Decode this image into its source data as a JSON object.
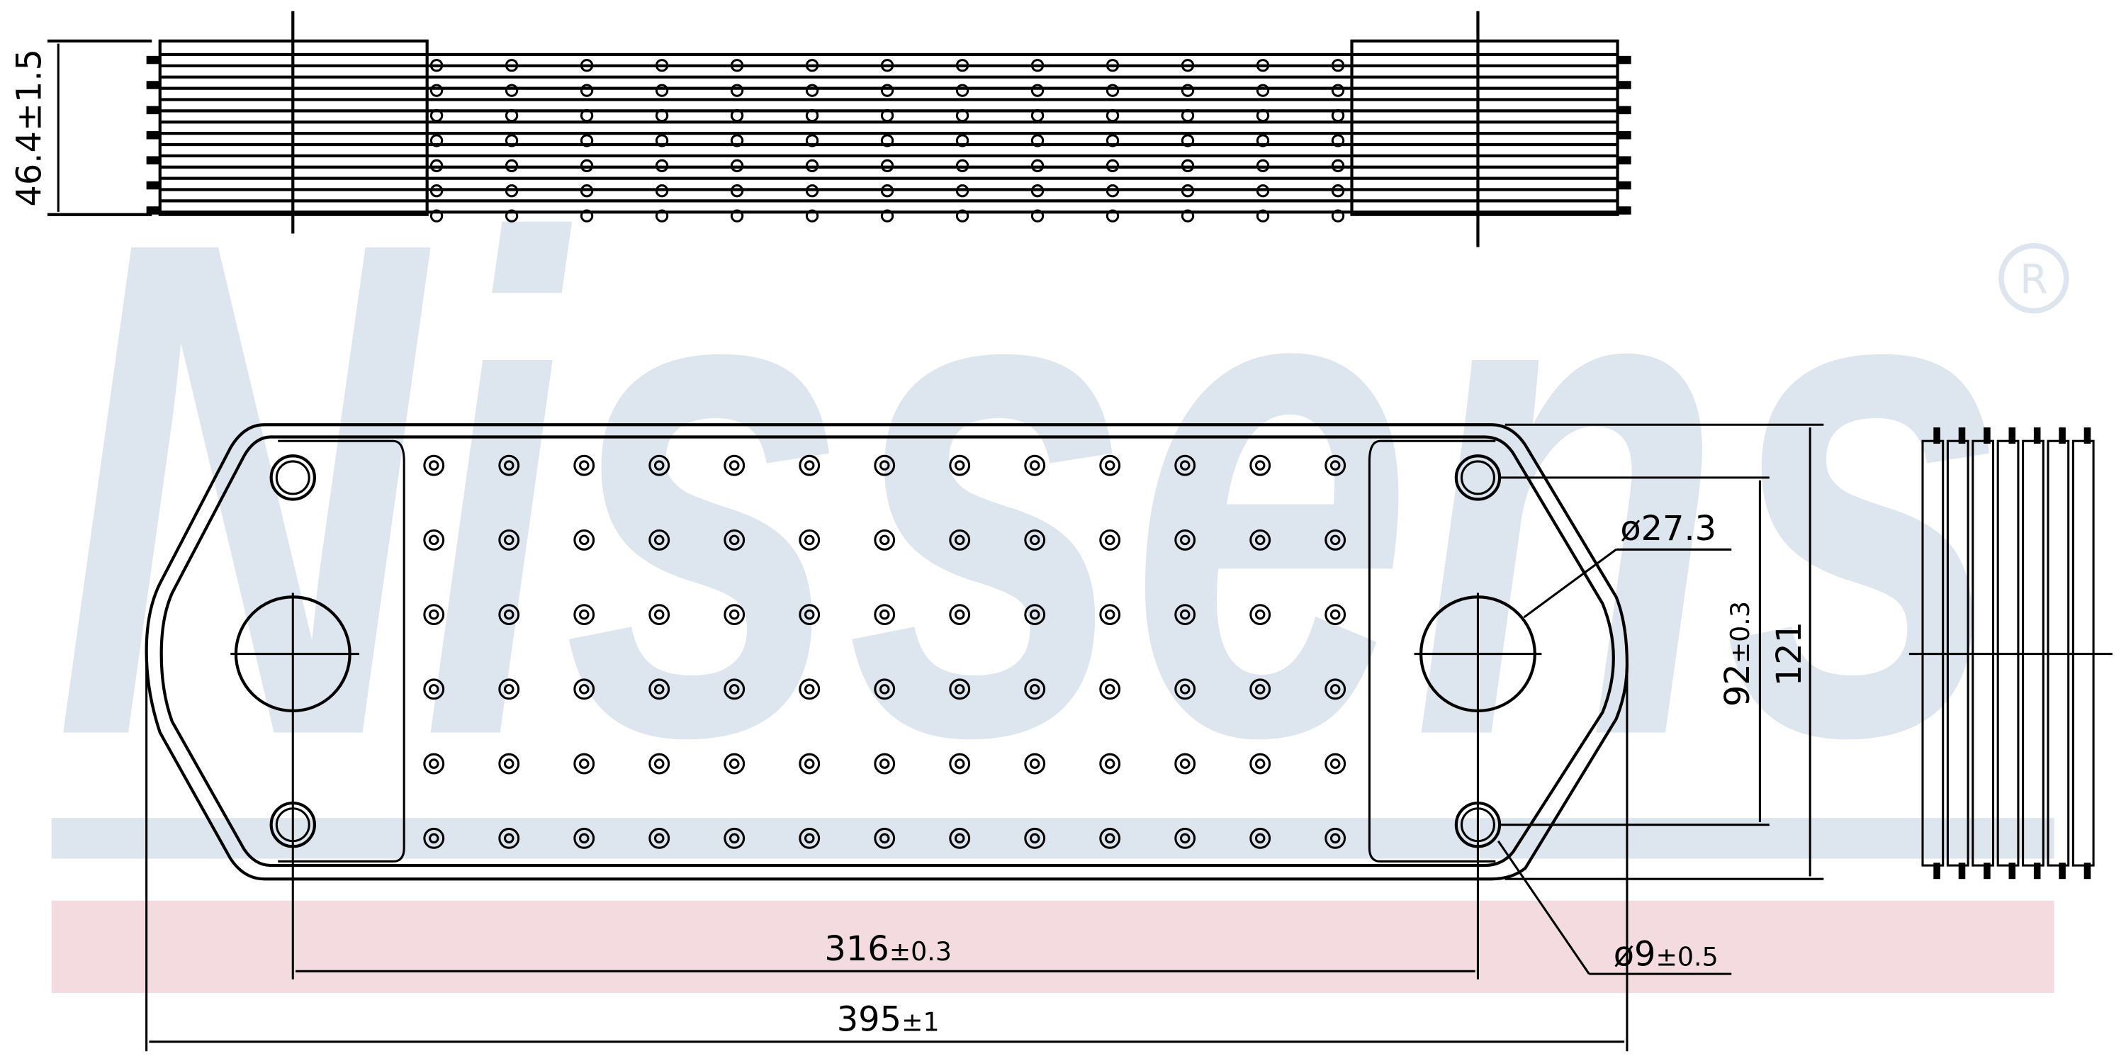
{
  "brand": {
    "watermark": "Nissens",
    "registered_mark": "®",
    "accent_blue": "#dde6ee",
    "accent_pink": "#f3dbe0"
  },
  "dimensions": {
    "height_top_view": "46.4±1.5",
    "hole_spacing_horizontal": {
      "value": "316",
      "tol": "±0.3"
    },
    "overall_length": {
      "value": "395",
      "tol": "±1"
    },
    "hole_spacing_vertical": {
      "value": "92",
      "tol": "±0.3"
    },
    "overall_width": "121",
    "port_diameter": "ø27.3",
    "bolt_hole_diameter": {
      "value": "ø9",
      "tol": "±0.5"
    }
  },
  "plate": {
    "dot_columns": 13,
    "dot_rows": 6,
    "layers": 7
  }
}
